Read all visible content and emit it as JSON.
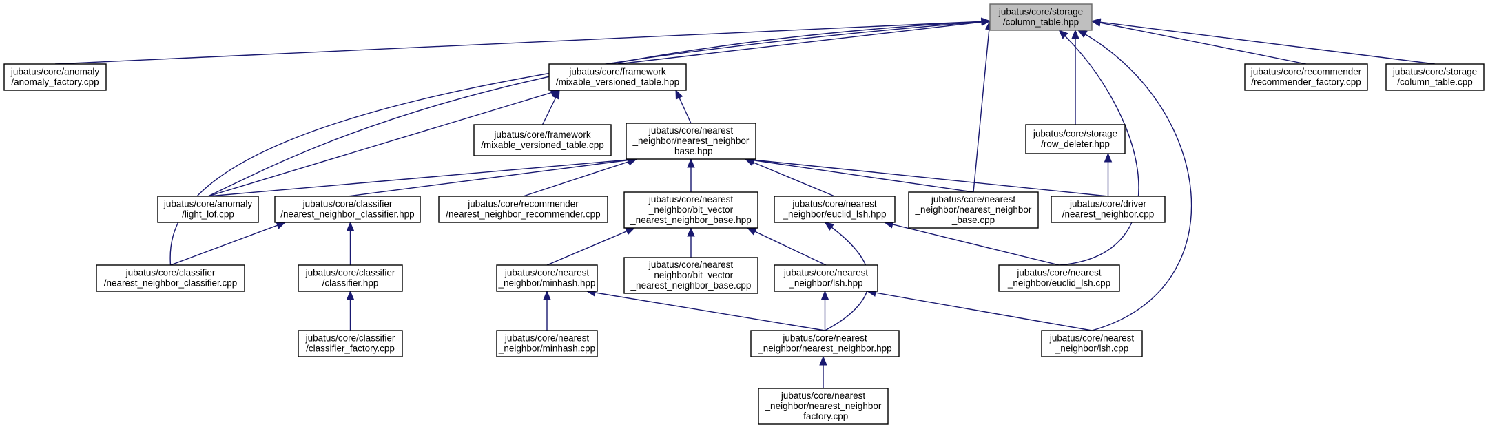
{
  "graph": {
    "root": "column_table_hpp",
    "nodes": [
      {
        "id": "column_table_hpp",
        "root": true,
        "lines": [
          "jubatus/core/storage",
          "/column_table.hpp"
        ]
      },
      {
        "id": "anomaly_factory_cpp",
        "lines": [
          "jubatus/core/anomaly",
          "/anomaly_factory.cpp"
        ]
      },
      {
        "id": "mixable_versioned_table_hpp",
        "lines": [
          "jubatus/core/framework",
          "/mixable_versioned_table.hpp"
        ]
      },
      {
        "id": "recommender_factory_cpp",
        "lines": [
          "jubatus/core/recommender",
          "/recommender_factory.cpp"
        ]
      },
      {
        "id": "column_table_cpp",
        "lines": [
          "jubatus/core/storage",
          "/column_table.cpp"
        ]
      },
      {
        "id": "mixable_versioned_table_cpp",
        "lines": [
          "jubatus/core/framework",
          "/mixable_versioned_table.cpp"
        ]
      },
      {
        "id": "nn_base_hpp",
        "lines": [
          "jubatus/core/nearest",
          "_neighbor/nearest_neighbor",
          "_base.hpp"
        ]
      },
      {
        "id": "row_deleter_hpp",
        "lines": [
          "jubatus/core/storage",
          "/row_deleter.hpp"
        ]
      },
      {
        "id": "light_lof_cpp",
        "lines": [
          "jubatus/core/anomaly",
          "/light_lof.cpp"
        ]
      },
      {
        "id": "nn_classifier_hpp",
        "lines": [
          "jubatus/core/classifier",
          "/nearest_neighbor_classifier.hpp"
        ]
      },
      {
        "id": "nn_recommender_cpp",
        "lines": [
          "jubatus/core/recommender",
          "/nearest_neighbor_recommender.cpp"
        ]
      },
      {
        "id": "bit_vector_nn_base_hpp",
        "lines": [
          "jubatus/core/nearest",
          "_neighbor/bit_vector",
          "_nearest_neighbor_base.hpp"
        ]
      },
      {
        "id": "euclid_lsh_hpp",
        "lines": [
          "jubatus/core/nearest",
          "_neighbor/euclid_lsh.hpp"
        ]
      },
      {
        "id": "nn_base_cpp",
        "lines": [
          "jubatus/core/nearest",
          "_neighbor/nearest_neighbor",
          "_base.cpp"
        ]
      },
      {
        "id": "driver_nn_cpp",
        "lines": [
          "jubatus/core/driver",
          "/nearest_neighbor.cpp"
        ]
      },
      {
        "id": "nn_classifier_cpp",
        "lines": [
          "jubatus/core/classifier",
          "/nearest_neighbor_classifier.cpp"
        ]
      },
      {
        "id": "classifier_hpp",
        "lines": [
          "jubatus/core/classifier",
          "/classifier.hpp"
        ]
      },
      {
        "id": "minhash_hpp",
        "lines": [
          "jubatus/core/nearest",
          "_neighbor/minhash.hpp"
        ]
      },
      {
        "id": "bit_vector_nn_base_cpp",
        "lines": [
          "jubatus/core/nearest",
          "_neighbor/bit_vector",
          "_nearest_neighbor_base.cpp"
        ]
      },
      {
        "id": "lsh_hpp",
        "lines": [
          "jubatus/core/nearest",
          "_neighbor/lsh.hpp"
        ]
      },
      {
        "id": "euclid_lsh_cpp",
        "lines": [
          "jubatus/core/nearest",
          "_neighbor/euclid_lsh.cpp"
        ]
      },
      {
        "id": "classifier_factory_cpp",
        "lines": [
          "jubatus/core/classifier",
          "/classifier_factory.cpp"
        ]
      },
      {
        "id": "minhash_cpp",
        "lines": [
          "jubatus/core/nearest",
          "_neighbor/minhash.cpp"
        ]
      },
      {
        "id": "nn_hpp",
        "lines": [
          "jubatus/core/nearest",
          "_neighbor/nearest_neighbor.hpp"
        ]
      },
      {
        "id": "lsh_cpp",
        "lines": [
          "jubatus/core/nearest",
          "_neighbor/lsh.cpp"
        ]
      },
      {
        "id": "nn_factory_cpp",
        "lines": [
          "jubatus/core/nearest",
          "_neighbor/nearest_neighbor",
          "_factory.cpp"
        ]
      }
    ],
    "edges": [
      {
        "from": "anomaly_factory_cpp",
        "to": "column_table_hpp"
      },
      {
        "from": "mixable_versioned_table_hpp",
        "to": "column_table_hpp"
      },
      {
        "from": "light_lof_cpp",
        "to": "column_table_hpp"
      },
      {
        "from": "nn_classifier_cpp",
        "to": "column_table_hpp"
      },
      {
        "from": "nn_base_cpp",
        "to": "column_table_hpp"
      },
      {
        "from": "row_deleter_hpp",
        "to": "column_table_hpp"
      },
      {
        "from": "euclid_lsh_cpp",
        "to": "column_table_hpp"
      },
      {
        "from": "lsh_cpp",
        "to": "column_table_hpp"
      },
      {
        "from": "recommender_factory_cpp",
        "to": "column_table_hpp"
      },
      {
        "from": "column_table_cpp",
        "to": "column_table_hpp"
      },
      {
        "from": "light_lof_cpp",
        "to": "mixable_versioned_table_hpp"
      },
      {
        "from": "mixable_versioned_table_cpp",
        "to": "mixable_versioned_table_hpp"
      },
      {
        "from": "nn_base_hpp",
        "to": "mixable_versioned_table_hpp"
      },
      {
        "from": "light_lof_cpp",
        "to": "nn_base_hpp"
      },
      {
        "from": "nn_classifier_hpp",
        "to": "nn_base_hpp"
      },
      {
        "from": "nn_recommender_cpp",
        "to": "nn_base_hpp"
      },
      {
        "from": "bit_vector_nn_base_hpp",
        "to": "nn_base_hpp"
      },
      {
        "from": "euclid_lsh_hpp",
        "to": "nn_base_hpp"
      },
      {
        "from": "nn_base_cpp",
        "to": "nn_base_hpp"
      },
      {
        "from": "driver_nn_cpp",
        "to": "nn_base_hpp"
      },
      {
        "from": "driver_nn_cpp",
        "to": "row_deleter_hpp"
      },
      {
        "from": "nn_classifier_cpp",
        "to": "nn_classifier_hpp"
      },
      {
        "from": "classifier_hpp",
        "to": "nn_classifier_hpp"
      },
      {
        "from": "classifier_factory_cpp",
        "to": "classifier_hpp"
      },
      {
        "from": "minhash_hpp",
        "to": "bit_vector_nn_base_hpp"
      },
      {
        "from": "bit_vector_nn_base_cpp",
        "to": "bit_vector_nn_base_hpp"
      },
      {
        "from": "lsh_hpp",
        "to": "bit_vector_nn_base_hpp"
      },
      {
        "from": "euclid_lsh_cpp",
        "to": "euclid_lsh_hpp"
      },
      {
        "from": "nn_hpp",
        "to": "euclid_lsh_hpp"
      },
      {
        "from": "minhash_cpp",
        "to": "minhash_hpp"
      },
      {
        "from": "nn_hpp",
        "to": "minhash_hpp"
      },
      {
        "from": "nn_hpp",
        "to": "lsh_hpp"
      },
      {
        "from": "lsh_cpp",
        "to": "lsh_hpp"
      },
      {
        "from": "nn_factory_cpp",
        "to": "nn_hpp"
      }
    ]
  },
  "colors": {
    "edge": "#191970",
    "root_fill": "#bfbfbf",
    "node_fill": "#ffffff",
    "node_border": "#000000"
  }
}
